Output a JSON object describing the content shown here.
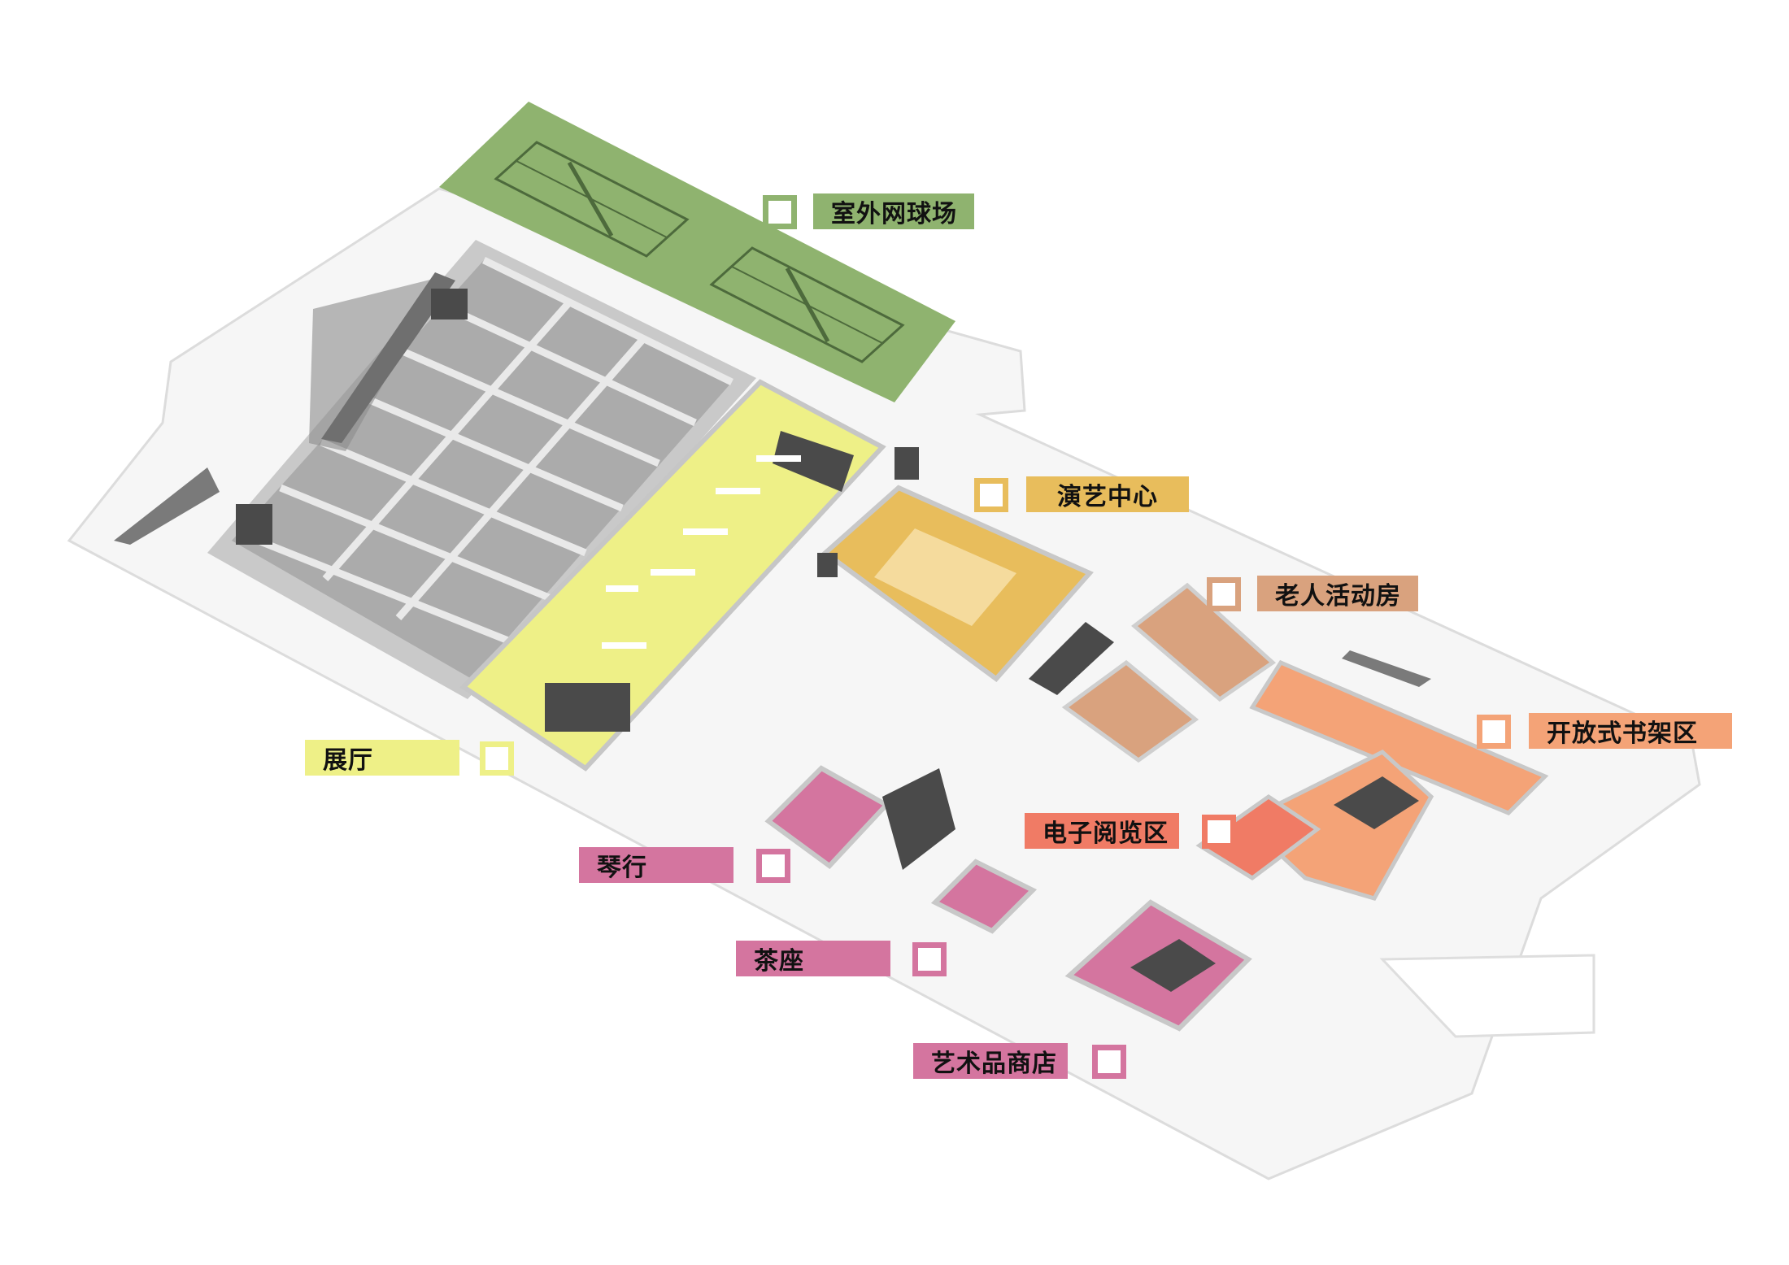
{
  "colors": {
    "tennis": "#8fb36f",
    "exhibition": "#eef087",
    "theater": "#e8bd5c",
    "elderly": "#d9a27e",
    "bookshelf": "#f4a377",
    "ereading": "#f07b65",
    "arts": "#d4759f"
  },
  "labels": {
    "tennis": "室外网球场",
    "theater": "演艺中心",
    "elderly": "老人活动房",
    "bookshelf": "开放式书架区",
    "exhibition": "展厅",
    "ereading": "电子阅览区",
    "piano": "琴行",
    "tea": "茶座",
    "artshop": "艺术品商店"
  }
}
